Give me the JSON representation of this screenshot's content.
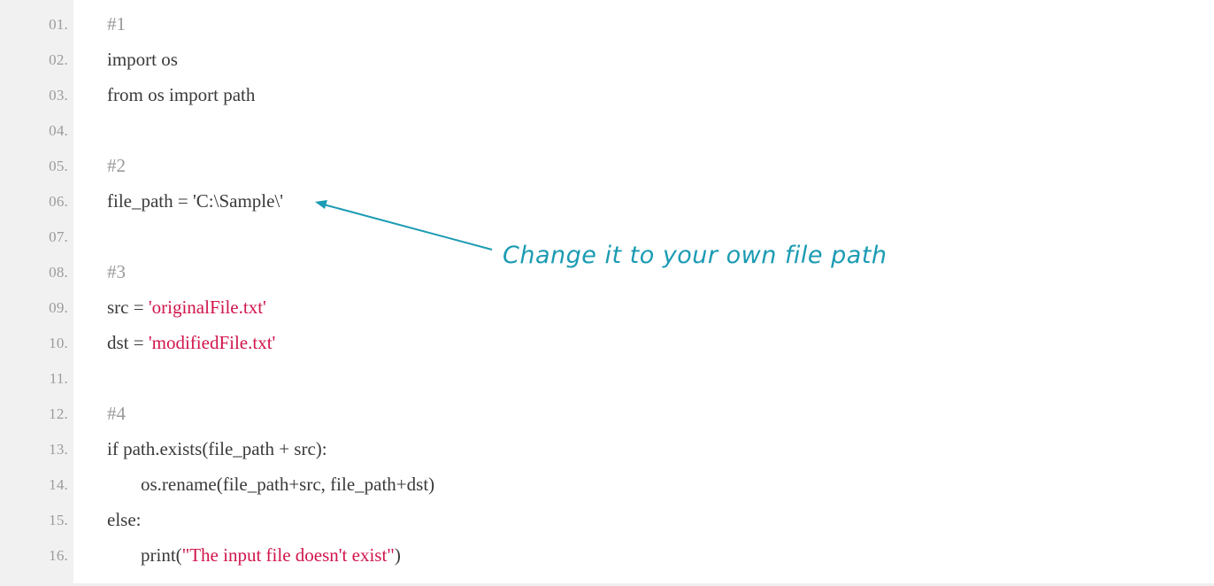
{
  "code": {
    "lines": [
      {
        "number": "01.",
        "tokens": [
          {
            "text": "#1",
            "kind": "comment"
          }
        ]
      },
      {
        "number": "02.",
        "tokens": [
          {
            "text": "import os",
            "kind": "plain"
          }
        ]
      },
      {
        "number": "03.",
        "tokens": [
          {
            "text": "from os import path",
            "kind": "plain"
          }
        ]
      },
      {
        "number": "04.",
        "tokens": []
      },
      {
        "number": "05.",
        "tokens": [
          {
            "text": "#2",
            "kind": "comment"
          }
        ]
      },
      {
        "number": "06.",
        "tokens": [
          {
            "text": "file_path = 'C:\\Sample\\'",
            "kind": "plain"
          }
        ]
      },
      {
        "number": "07.",
        "tokens": []
      },
      {
        "number": "08.",
        "tokens": [
          {
            "text": "#3",
            "kind": "comment"
          }
        ]
      },
      {
        "number": "09.",
        "tokens": [
          {
            "text": "src = ",
            "kind": "plain"
          },
          {
            "text": "'originalFile.txt'",
            "kind": "string"
          }
        ]
      },
      {
        "number": "10.",
        "tokens": [
          {
            "text": "dst = ",
            "kind": "plain"
          },
          {
            "text": "'modifiedFile.txt'",
            "kind": "string"
          }
        ]
      },
      {
        "number": "11.",
        "tokens": []
      },
      {
        "number": "12.",
        "tokens": [
          {
            "text": "#4",
            "kind": "comment"
          }
        ]
      },
      {
        "number": "13.",
        "tokens": [
          {
            "text": "if path.exists(file_path + src):",
            "kind": "plain"
          }
        ]
      },
      {
        "number": "14.",
        "indent": true,
        "tokens": [
          {
            "text": "os.rename(file_path+src, file_path+dst)",
            "kind": "plain"
          }
        ]
      },
      {
        "number": "15.",
        "tokens": [
          {
            "text": "else:",
            "kind": "plain"
          }
        ]
      },
      {
        "number": "16.",
        "indent": true,
        "tokens": [
          {
            "text": "print(",
            "kind": "plain"
          },
          {
            "text": "\"The input file doesn't exist\"",
            "kind": "string"
          },
          {
            "text": ")",
            "kind": "plain"
          }
        ]
      }
    ]
  },
  "annotation": {
    "text": "Change it to your own file path",
    "color": "#1b9bb3"
  },
  "colors": {
    "string": "#d1154b",
    "comment": "#9a9a9a",
    "text": "#3a3a3a",
    "gutter": "#f1f1f1",
    "line_number": "#9b9b9b"
  }
}
